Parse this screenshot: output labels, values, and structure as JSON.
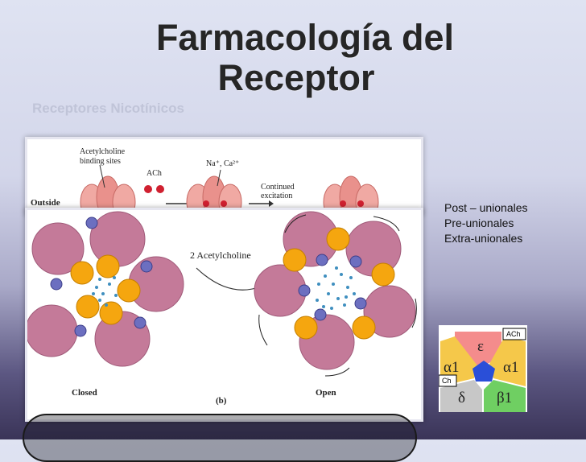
{
  "title": {
    "line1": "Farmacología del",
    "line2": "Receptor"
  },
  "subtitle": "Receptores Nicotínicos",
  "top_figure": {
    "binding_sites": "Acetylcholine\nbinding sites",
    "ach": "ACh",
    "ions": "Na⁺, Ca²⁺",
    "continued": "Continued\nexcitation",
    "outside": "Outside"
  },
  "main_figure": {
    "arrow_label": "2 Acetylcholine",
    "closed_label": "Closed",
    "open_label": "Open",
    "panel_label": "(b)"
  },
  "list_items": [
    "Post – unionales",
    "Pre-unionales",
    "Extra-unionales"
  ],
  "subunit_diagram": {
    "epsilon": "ε",
    "alpha1_left": "α1",
    "alpha1_right": "α1",
    "delta": "δ",
    "beta1": "β1",
    "ach_tag_top": "ACh",
    "ach_tag_left": "Ch"
  },
  "colors": {
    "petal": "#c47a99",
    "petal_stroke": "#a05a79",
    "gold": "#f5a60f",
    "blue_dot": "#6c6fc0",
    "ion_dot": "#3f8fbf",
    "pink_subunit": "#f48c8c",
    "yellow_subunit": "#f5c84a",
    "green_subunit": "#6fcf62",
    "gray_subunit": "#c7c7c7",
    "center_blue": "#2a4fd8"
  }
}
